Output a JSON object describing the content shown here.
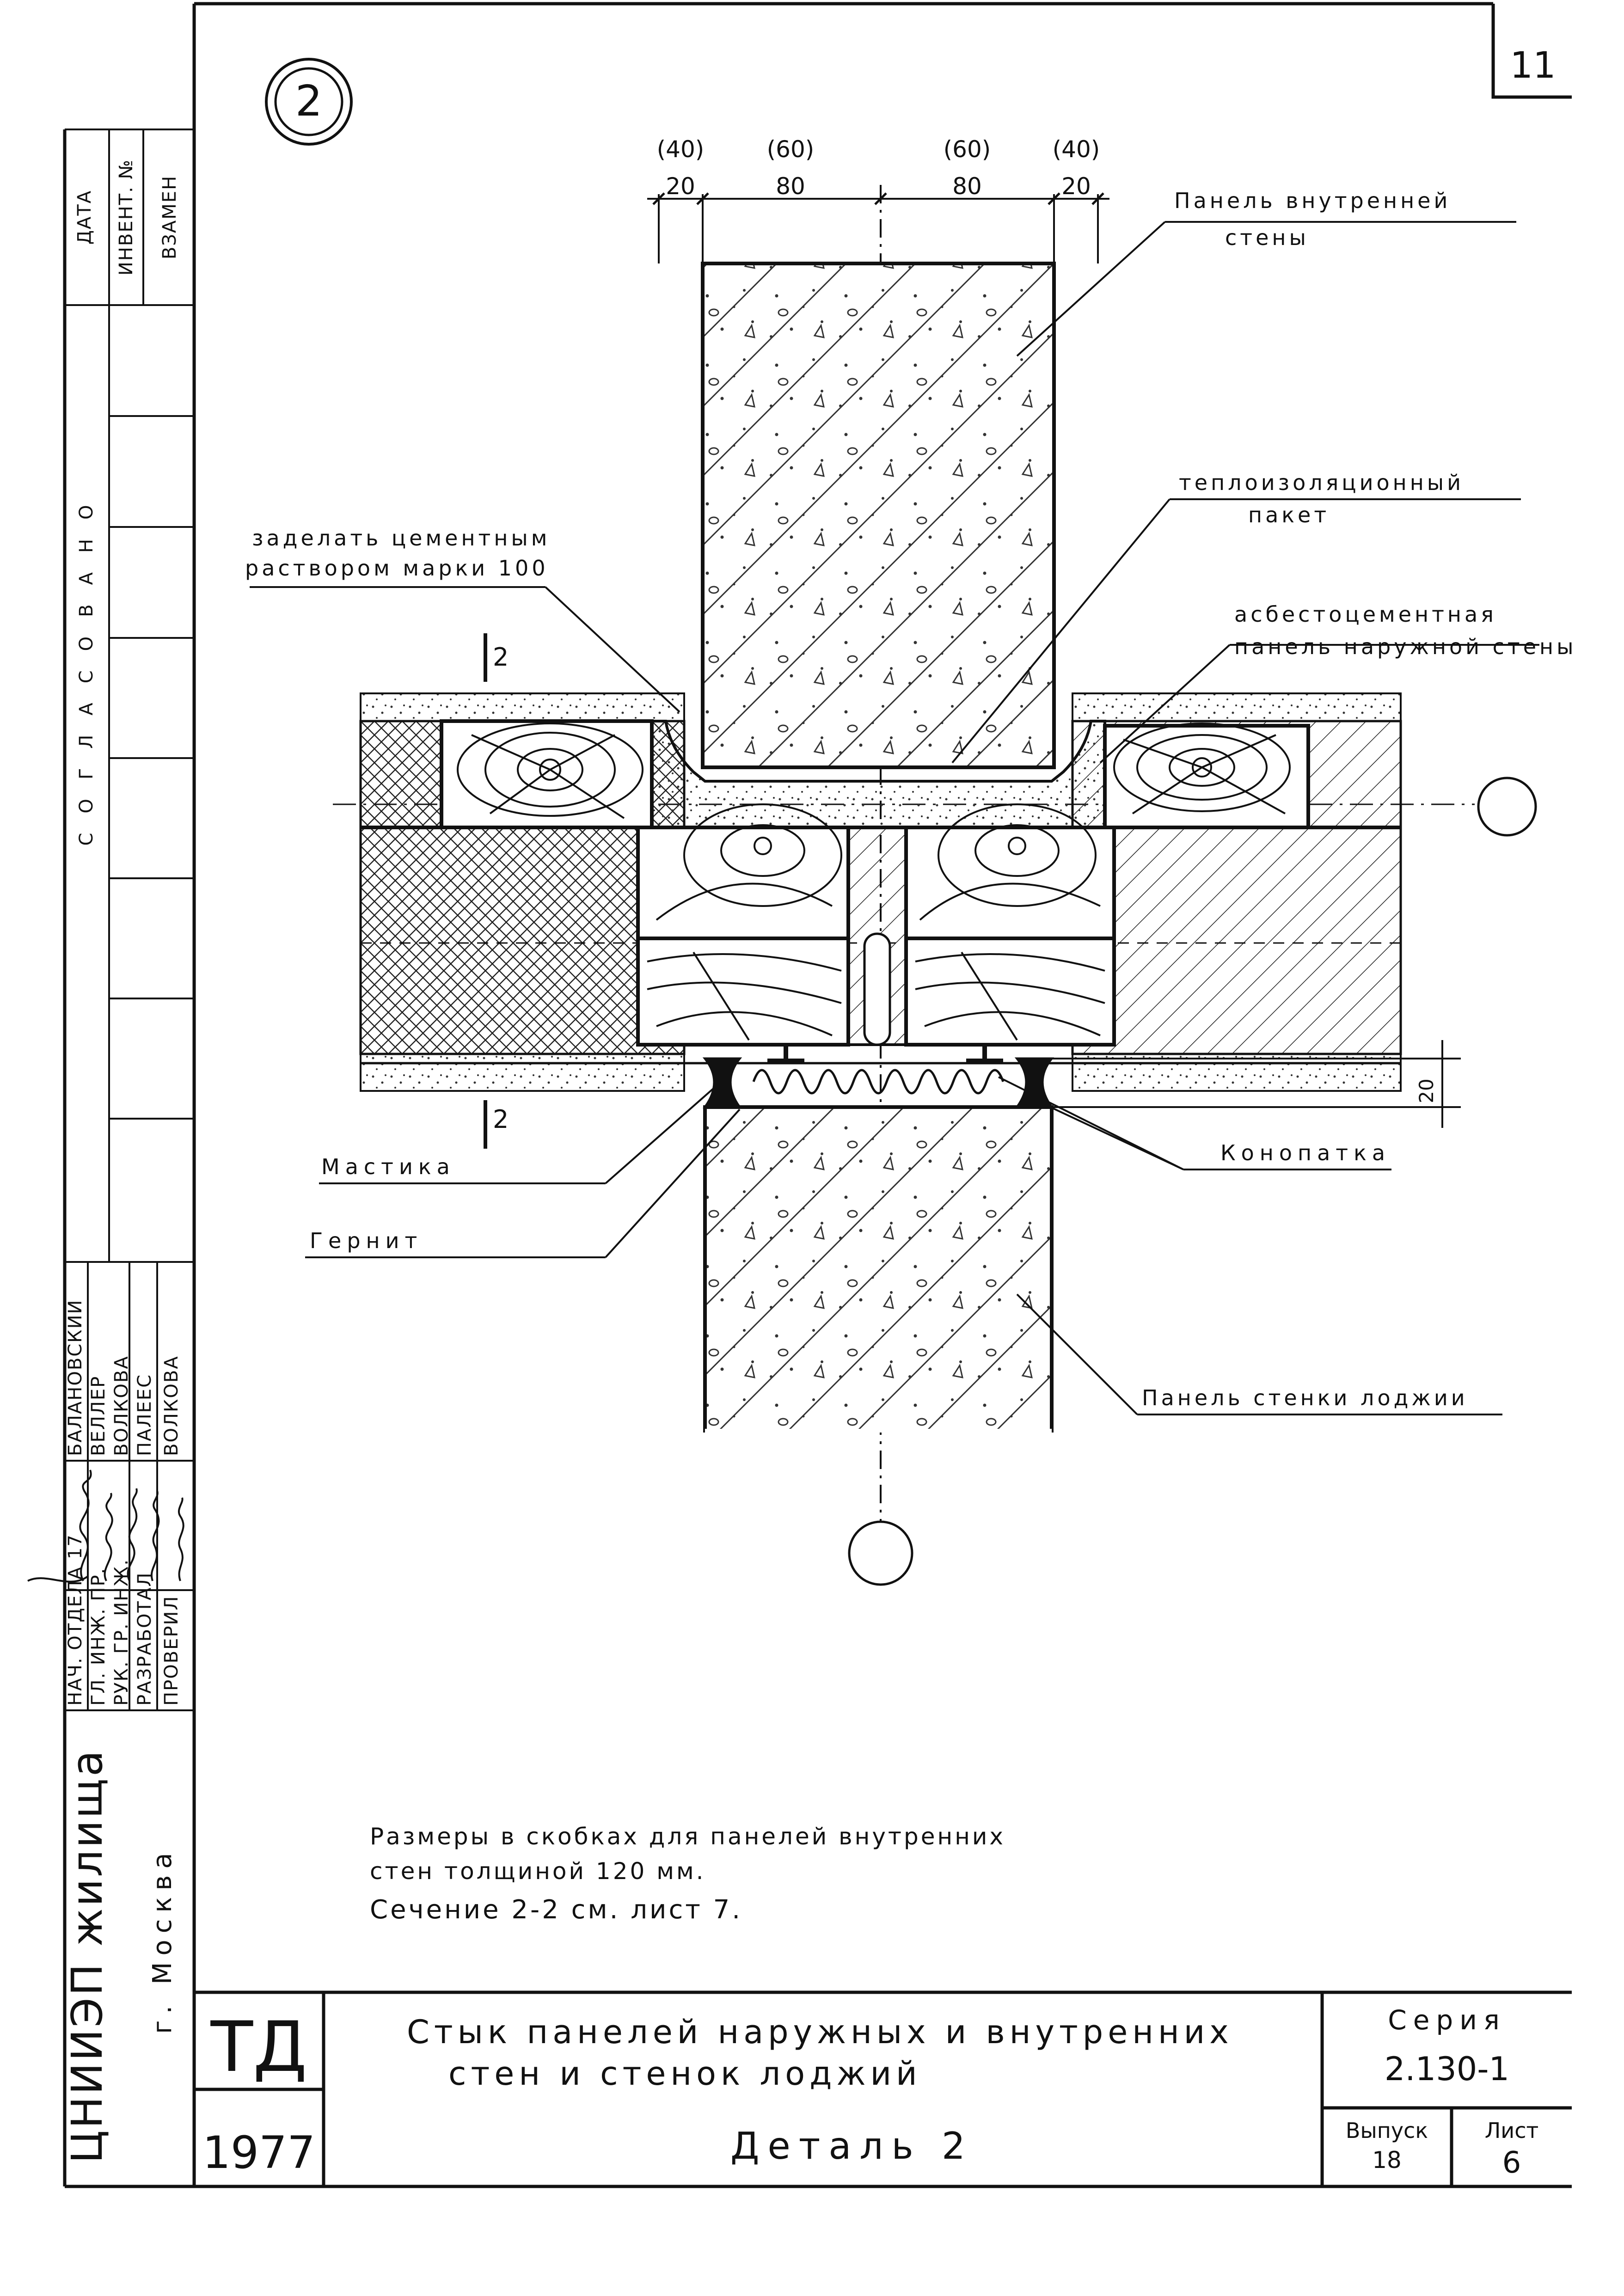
{
  "sheet_number": "11",
  "detail_marker": "2",
  "dimensions": {
    "left_thin_bracket": "(40)",
    "left_thick_bracket": "(60)",
    "right_thick_bracket": "(60)",
    "right_thin_bracket": "(40)",
    "left_thin": "20",
    "left_thick": "80",
    "right_thick": "80",
    "right_thin": "20",
    "gap": "20"
  },
  "section_marks": {
    "top": "2",
    "bottom": "2"
  },
  "labels": {
    "inner_wall_panel_1": "Панель внутренней",
    "inner_wall_panel_2": "стены",
    "insulation_1": "теплоизоляционный",
    "insulation_2": "пакет",
    "cement_1": "заделать цементным",
    "cement_2": "раствором марки 100",
    "asbestos_1": "асбестоцементная",
    "asbestos_2": "панель наружной стены",
    "mastic": "Мастика",
    "gernit": "Гернит",
    "caulk": "Конопатка",
    "loggia_panel": "Панель стенки лоджии"
  },
  "notes": {
    "line1": "Размеры в скобках для панелей внутренних",
    "line2": "стен толщиной 120 мм.",
    "line3": "Сечение 2-2 см. лист 7."
  },
  "side_stamp": {
    "approved": "СОГЛАСОВАНО",
    "date": "ДАТА",
    "inventory": "ИНВЕНТ. №",
    "replaces": "ВЗАМЕН",
    "roles": [
      "НАЧ. ОТДЕЛА 17",
      "ГЛ. ИНЖ. ПР.",
      "РУК. ГР. ИНЖ.",
      "РАЗРАБОТАЛ",
      "ПРОВЕРИЛ"
    ],
    "names": [
      "БАЛАНОВСКИЙ",
      "ВЕЛЛЕР",
      "ВОЛКОВА",
      "ПАЛЕЕС",
      "ВОЛКОВА"
    ],
    "org": "ЦНИИЭП жилища",
    "city": "г. Москва"
  },
  "title_block": {
    "code": "ТД",
    "year": "1977",
    "title_line1": "Стык панелей наружных и внутренних",
    "title_line2": "стен и стенок лоджий",
    "title_line3": "Деталь 2",
    "series_label": "Серия",
    "series_value": "2.130-1",
    "issue_label": "Выпуск",
    "issue_value": "18",
    "sheet_label": "Лист",
    "sheet_value": "6"
  }
}
